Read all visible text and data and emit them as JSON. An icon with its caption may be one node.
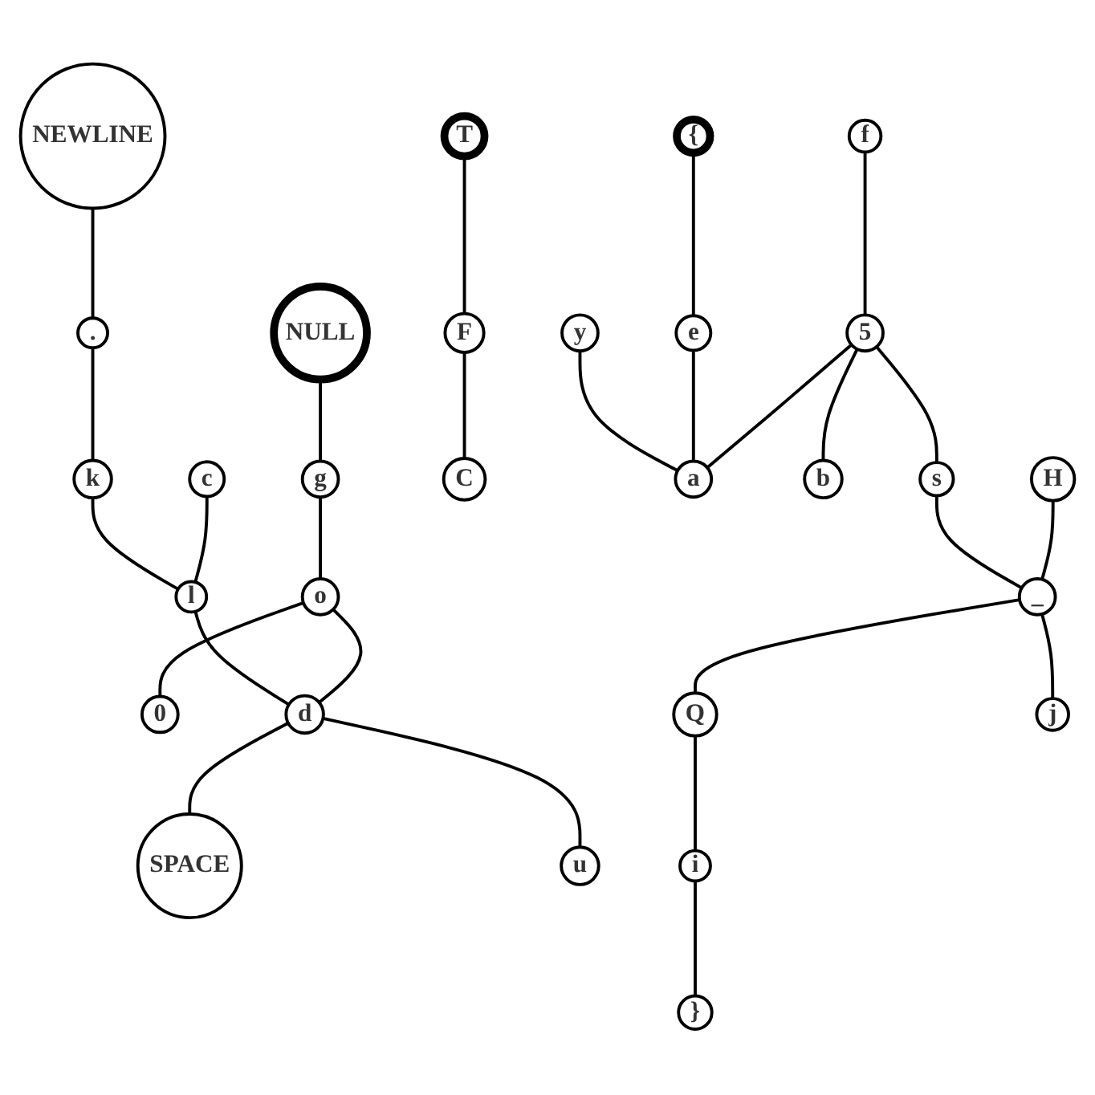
{
  "diagram": {
    "nodes": [
      {
        "text": [
          "NEWLINE"
        ]
      },
      {
        "text": [
          "."
        ]
      },
      {
        "text": [
          "k"
        ]
      },
      {
        "text": [
          "c"
        ]
      },
      {
        "text": [
          "l"
        ]
      },
      {
        "text": [
          "NULL"
        ]
      },
      {
        "text": [
          "g"
        ]
      },
      {
        "text": [
          "o"
        ]
      },
      {
        "text": [
          "0"
        ]
      },
      {
        "text": [
          "d"
        ]
      },
      {
        "text": [
          "SPACE"
        ]
      },
      {
        "text": [
          "u"
        ]
      },
      {
        "text": [
          "T"
        ]
      },
      {
        "text": [
          "F"
        ]
      },
      {
        "text": [
          "C"
        ]
      },
      {
        "text": [
          "y"
        ]
      },
      {
        "text": [
          "{"
        ]
      },
      {
        "text": [
          "f"
        ]
      },
      {
        "text": [
          "5"
        ]
      },
      {
        "text": [
          "e"
        ]
      },
      {
        "text": [
          "a"
        ]
      },
      {
        "text": [
          "b"
        ]
      },
      {
        "text": [
          "s"
        ]
      },
      {
        "text": [
          "i"
        ]
      },
      {
        "text": [
          "}"
        ]
      },
      {
        "text": [
          "H"
        ]
      },
      {
        "text": [
          "_"
        ]
      },
      {
        "text": [
          "Q"
        ]
      },
      {
        "text": [
          "j"
        ]
      }
    ],
    "edges": [
      {
        "from": 0,
        "to": 1,
        "arrow": "none"
      },
      {
        "from": 1,
        "to": 2,
        "arrow": "none"
      },
      {
        "from": 2,
        "to": 4,
        "arrow": "none"
      },
      {
        "from": 3,
        "to": 4,
        "arrow": "none"
      },
      {
        "from": 4,
        "to": 9,
        "arrow": "none"
      },
      {
        "from": 5,
        "to": 6,
        "arrow": "none"
      },
      {
        "from": 6,
        "to": 7,
        "arrow": "none"
      },
      {
        "from": 7,
        "to": 8,
        "arrow": "none"
      },
      {
        "from": 7,
        "to": 9,
        "arrow": "none"
      },
      {
        "from": 9,
        "to": 10,
        "arrow": "none"
      },
      {
        "from": 9,
        "to": 11,
        "arrow": "none"
      },
      {
        "from": 12,
        "to": 13,
        "arrow": "none"
      },
      {
        "from": 13,
        "to": 14,
        "arrow": "none"
      },
      {
        "from": 15,
        "to": 20,
        "arrow": "none"
      },
      {
        "from": 16,
        "to": 19,
        "arrow": "none"
      },
      {
        "from": 19,
        "to": 20,
        "arrow": "none"
      },
      {
        "from": 17,
        "to": 18,
        "arrow": "none"
      },
      {
        "from": 18,
        "to": 20,
        "arrow": "none"
      },
      {
        "from": 18,
        "to": 21,
        "arrow": "none"
      },
      {
        "from": 18,
        "to": 22,
        "arrow": "none"
      },
      {
        "from": 22,
        "to": 26,
        "arrow": "none"
      },
      {
        "from": 25,
        "to": 26,
        "arrow": "none"
      },
      {
        "from": 26,
        "to": 28,
        "arrow": "none"
      },
      {
        "from": 26,
        "to": 27,
        "arrow": "none"
      },
      {
        "from": 27,
        "to": 23,
        "arrow": "none"
      },
      {
        "from": 23,
        "to": 24,
        "arrow": "none"
      }
    ]
  }
}
